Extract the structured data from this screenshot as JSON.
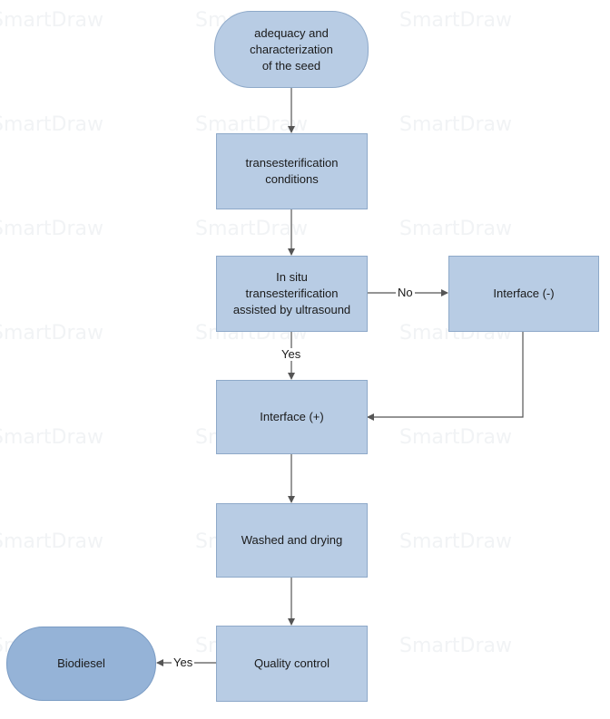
{
  "watermark": {
    "text": "SmartDraw"
  },
  "nodes": {
    "seed": "adequacy and\ncharacterization\nof the seed",
    "transesterification_conditions": "transesterification\nconditions",
    "in_situ": "In situ\ntransesterification\nassisted by ultrasound",
    "interface_minus": "Interface (-)",
    "interface_plus": "Interface (+)",
    "washed_drying": "Washed and drying",
    "quality_control": "Quality control",
    "biodiesel": "Biodiesel"
  },
  "edge_labels": {
    "no": "No",
    "yes_down": "Yes",
    "yes_left": "Yes"
  },
  "colors": {
    "node_fill": "#b8cce4",
    "node_border": "#8ea9c9",
    "terminal_dark_fill": "#95b3d7",
    "connector": "#555555"
  }
}
